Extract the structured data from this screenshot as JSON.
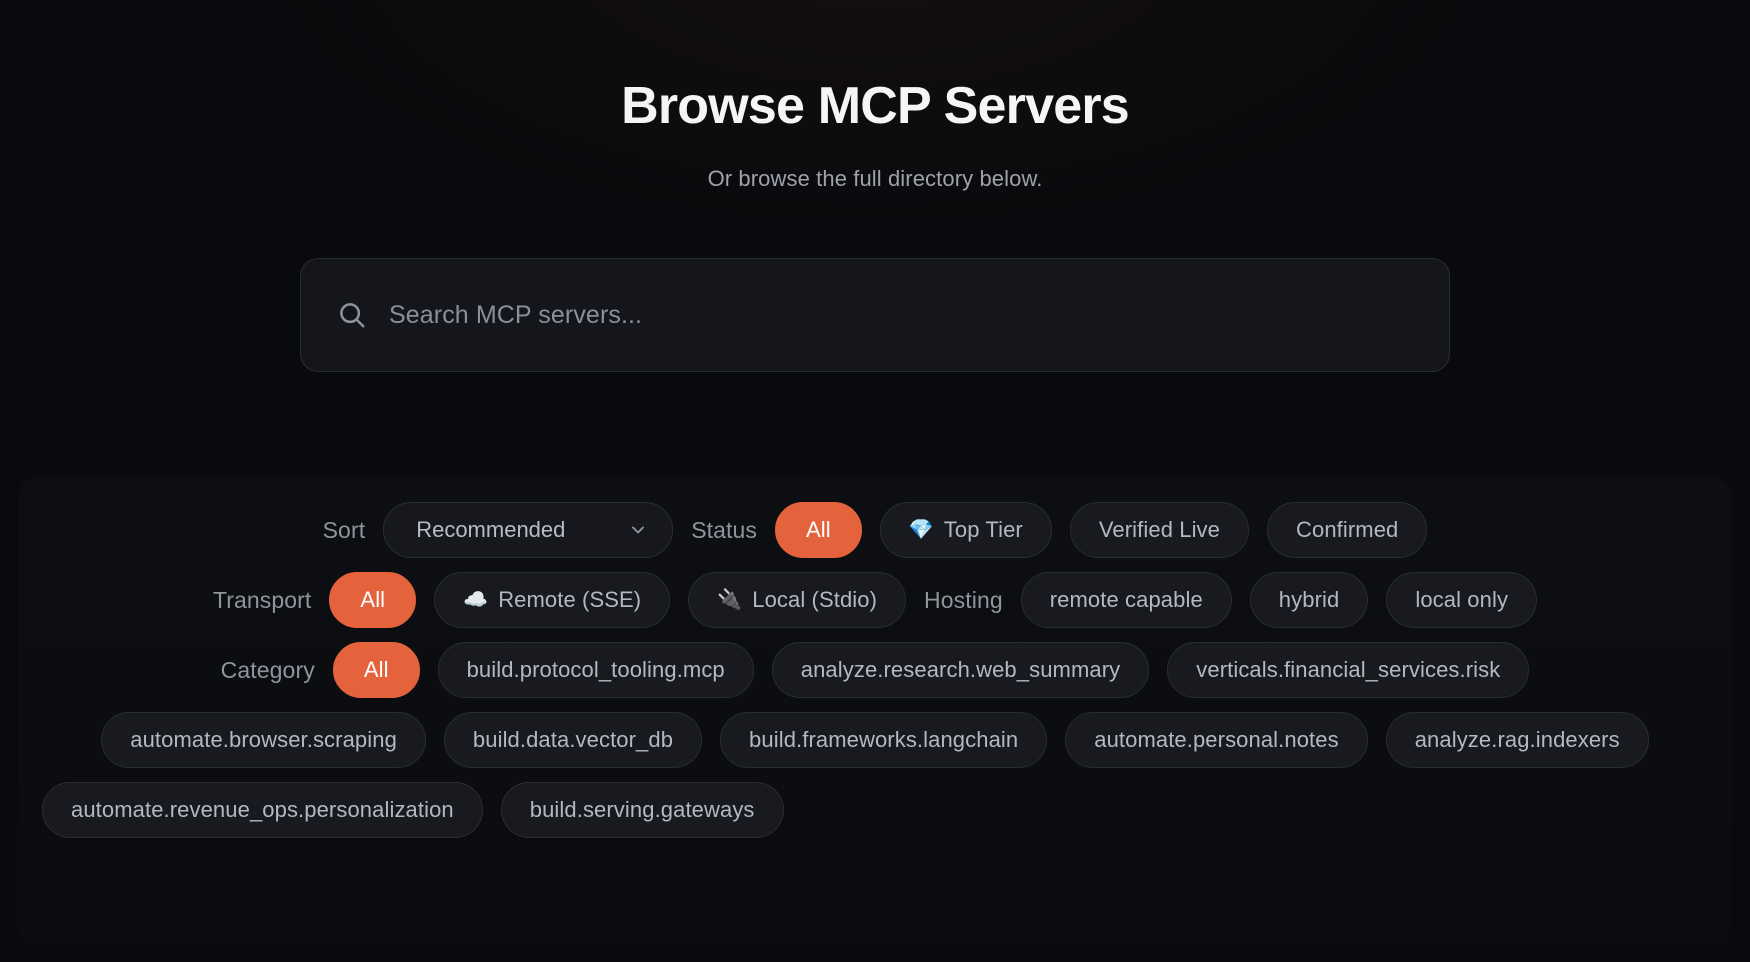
{
  "hero": {
    "title": "Browse MCP Servers",
    "subtitle": "Or browse the full directory below."
  },
  "search": {
    "placeholder": "Search MCP servers...",
    "value": "",
    "icon": "search-icon"
  },
  "filters": {
    "sort": {
      "label": "Sort",
      "selected": "Recommended",
      "options": [
        "Recommended"
      ],
      "chevron_icon": "chevron-down-icon"
    },
    "status": {
      "label": "Status",
      "options": [
        {
          "label": "All",
          "active": true,
          "emoji": ""
        },
        {
          "label": "Top Tier",
          "active": false,
          "emoji": "💎"
        },
        {
          "label": "Verified Live",
          "active": false,
          "emoji": ""
        },
        {
          "label": "Confirmed",
          "active": false,
          "emoji": ""
        }
      ]
    },
    "transport": {
      "label": "Transport",
      "options": [
        {
          "label": "All",
          "active": true,
          "emoji": ""
        },
        {
          "label": "Remote (SSE)",
          "active": false,
          "emoji": "☁️"
        },
        {
          "label": "Local (Stdio)",
          "active": false,
          "emoji": "🔌"
        }
      ]
    },
    "hosting": {
      "label": "Hosting",
      "options": [
        {
          "label": "remote capable",
          "active": false,
          "emoji": ""
        },
        {
          "label": "hybrid",
          "active": false,
          "emoji": ""
        },
        {
          "label": "local only",
          "active": false,
          "emoji": ""
        }
      ]
    },
    "category": {
      "label": "Category",
      "row1": [
        {
          "label": "All",
          "active": true
        },
        {
          "label": "build.protocol_tooling.mcp",
          "active": false
        },
        {
          "label": "analyze.research.web_summary",
          "active": false
        },
        {
          "label": "verticals.financial_services.risk",
          "active": false
        }
      ],
      "row2": [
        {
          "label": "automate.browser.scraping",
          "active": false
        },
        {
          "label": "build.data.vector_db",
          "active": false
        },
        {
          "label": "build.frameworks.langchain",
          "active": false
        },
        {
          "label": "automate.personal.notes",
          "active": false
        },
        {
          "label": "analyze.rag.indexers",
          "active": false
        }
      ],
      "row3": [
        {
          "label": "automate.revenue_ops.personalization",
          "active": false
        },
        {
          "label": "build.serving.gateways",
          "active": false
        }
      ]
    }
  },
  "colors": {
    "accent": "#E5633C",
    "background": "#090A0D",
    "panel": "#0D0E12",
    "pill_bg": "#181A20",
    "pill_border": "#2A2C34",
    "text_primary": "#F4F5F7",
    "text_muted": "#9DA2AC"
  }
}
